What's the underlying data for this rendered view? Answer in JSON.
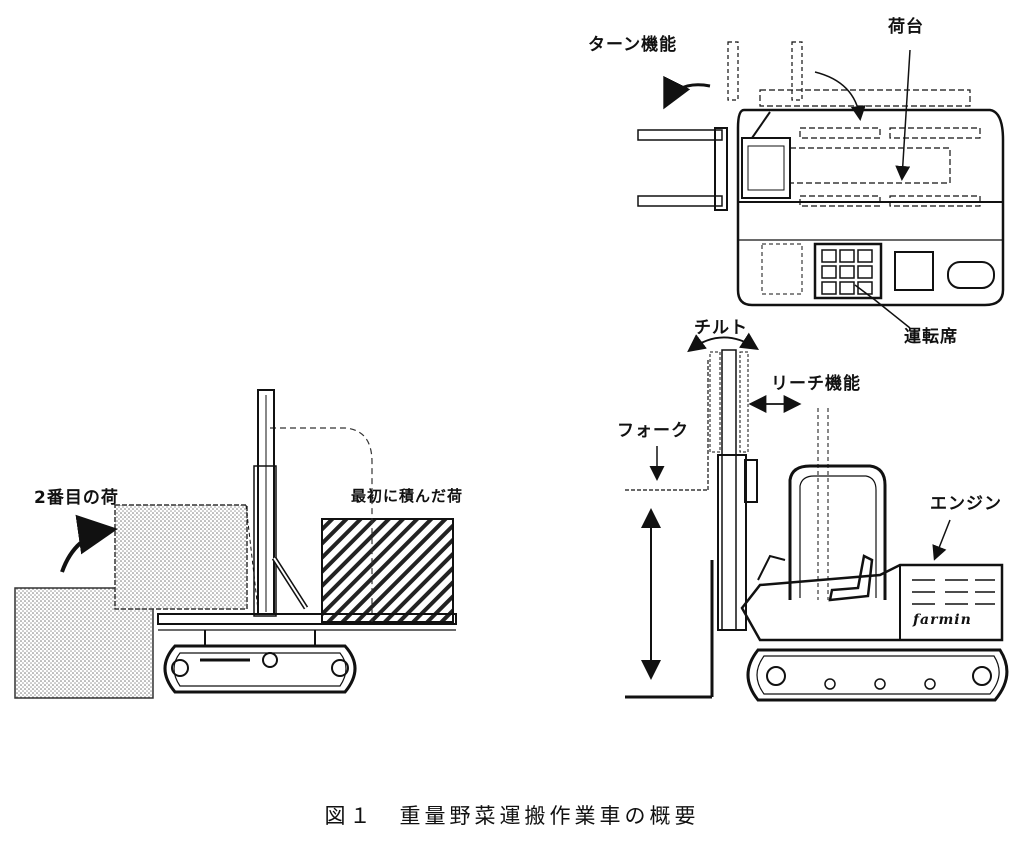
{
  "labels": {
    "second_load": "2番目の荷",
    "first_load": "最初に積んだ荷",
    "turn_function": "ターン機能",
    "cargo_bed": "荷台",
    "driver_seat": "運転席",
    "tilt": "チルト",
    "reach_function": "リーチ機能",
    "fork": "フォーク",
    "engine": "エンジン",
    "brand": "farmin"
  },
  "caption": "図１　重量野菜運搬作業車の概要"
}
